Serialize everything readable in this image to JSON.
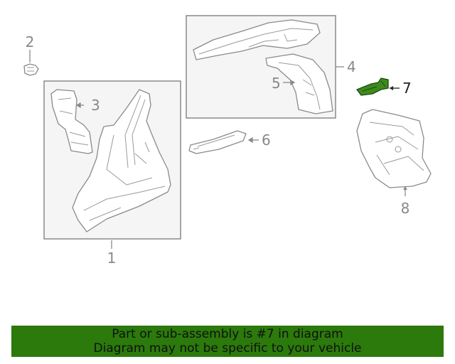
{
  "callouts": {
    "c1": "1",
    "c2": "2",
    "c3": "3",
    "c4": "4",
    "c5": "5",
    "c6": "6",
    "c7": "7",
    "c8": "8"
  },
  "highlight_color": "#3d8a1e",
  "banner": {
    "line1": "Part or sub-assembly is #7 in diagram",
    "line2": "Diagram may not be specific to your vehicle"
  }
}
